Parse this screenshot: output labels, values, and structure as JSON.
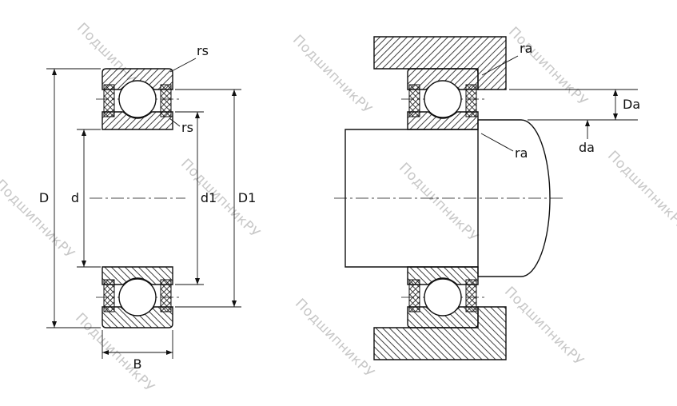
{
  "left_view": {
    "labels": {
      "D": "D",
      "d": "d",
      "d1": "d1",
      "D1": "D1",
      "B": "B",
      "rs_outer": "rs",
      "rs_inner": "rs"
    }
  },
  "right_view": {
    "labels": {
      "ra_housing": "ra",
      "ra_shaft": "ra",
      "Da": "Da",
      "da": "da"
    }
  },
  "watermark": {
    "text": "ПодшипникРУ",
    "color": "#c8c8c8"
  },
  "colors": {
    "line": "#111111",
    "background": "#ffffff"
  }
}
